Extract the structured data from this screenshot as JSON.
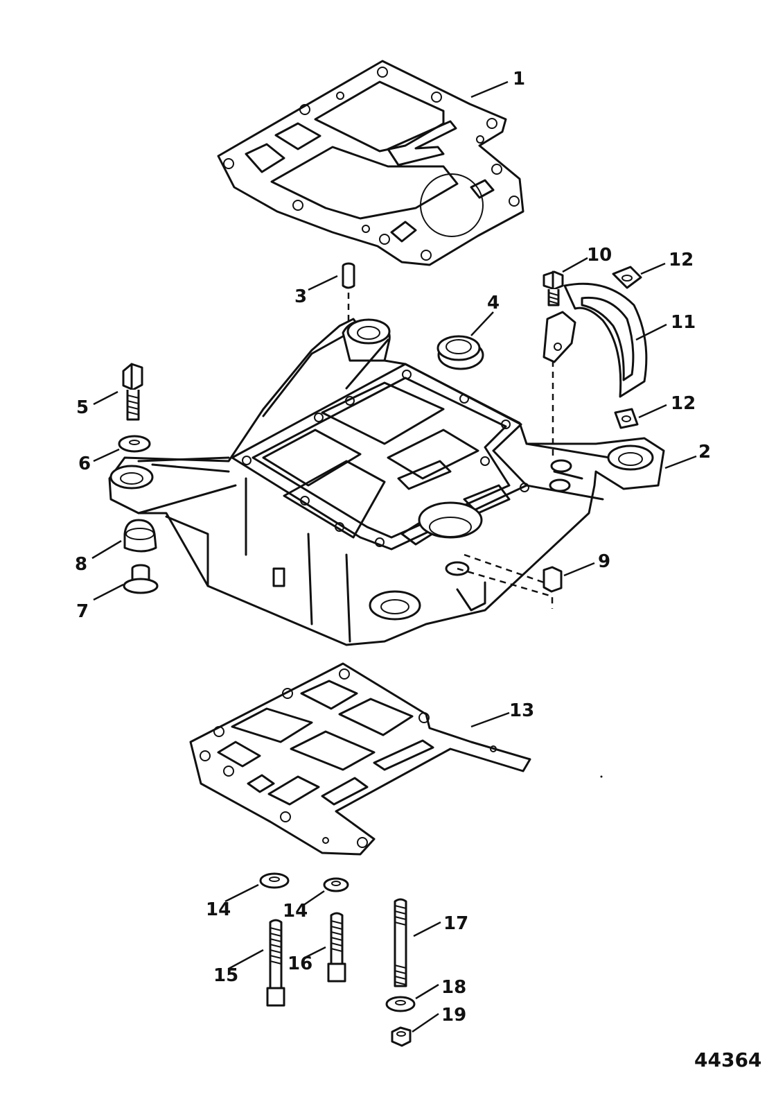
{
  "figure_number": "44364",
  "callouts": [
    {
      "id": "1",
      "label": "1"
    },
    {
      "id": "2",
      "label": "2"
    },
    {
      "id": "3",
      "label": "3"
    },
    {
      "id": "4",
      "label": "4"
    },
    {
      "id": "5",
      "label": "5"
    },
    {
      "id": "6",
      "label": "6"
    },
    {
      "id": "7",
      "label": "7"
    },
    {
      "id": "8",
      "label": "8"
    },
    {
      "id": "9",
      "label": "9"
    },
    {
      "id": "10",
      "label": "10"
    },
    {
      "id": "11",
      "label": "11"
    },
    {
      "id": "12a",
      "label": "12"
    },
    {
      "id": "12b",
      "label": "12"
    },
    {
      "id": "13",
      "label": "13"
    },
    {
      "id": "14a",
      "label": "14"
    },
    {
      "id": "14b",
      "label": "14"
    },
    {
      "id": "15",
      "label": "15"
    },
    {
      "id": "16",
      "label": "16"
    },
    {
      "id": "17",
      "label": "17"
    },
    {
      "id": "18",
      "label": "18"
    },
    {
      "id": "19",
      "label": "19"
    }
  ]
}
